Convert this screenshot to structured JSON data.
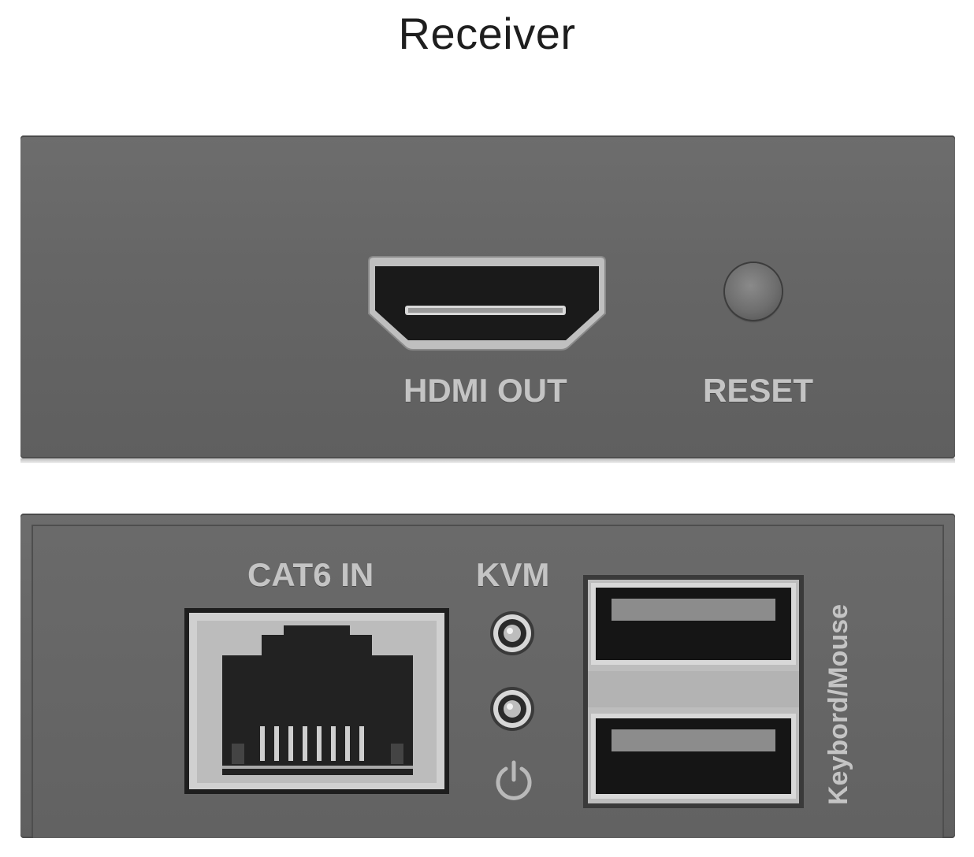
{
  "title": "Receiver",
  "front_panel": {
    "hdmi_label": "HDMI OUT",
    "reset_label": "RESET"
  },
  "back_panel": {
    "cat6_label": "CAT6 IN",
    "kvm_label": "KVM",
    "usb_label": "Keybord/Mouse"
  },
  "icons": [
    "hdmi-port-icon",
    "reset-button",
    "rj45-port-icon",
    "led-indicator-icon",
    "power-icon",
    "usb-port-icon"
  ]
}
